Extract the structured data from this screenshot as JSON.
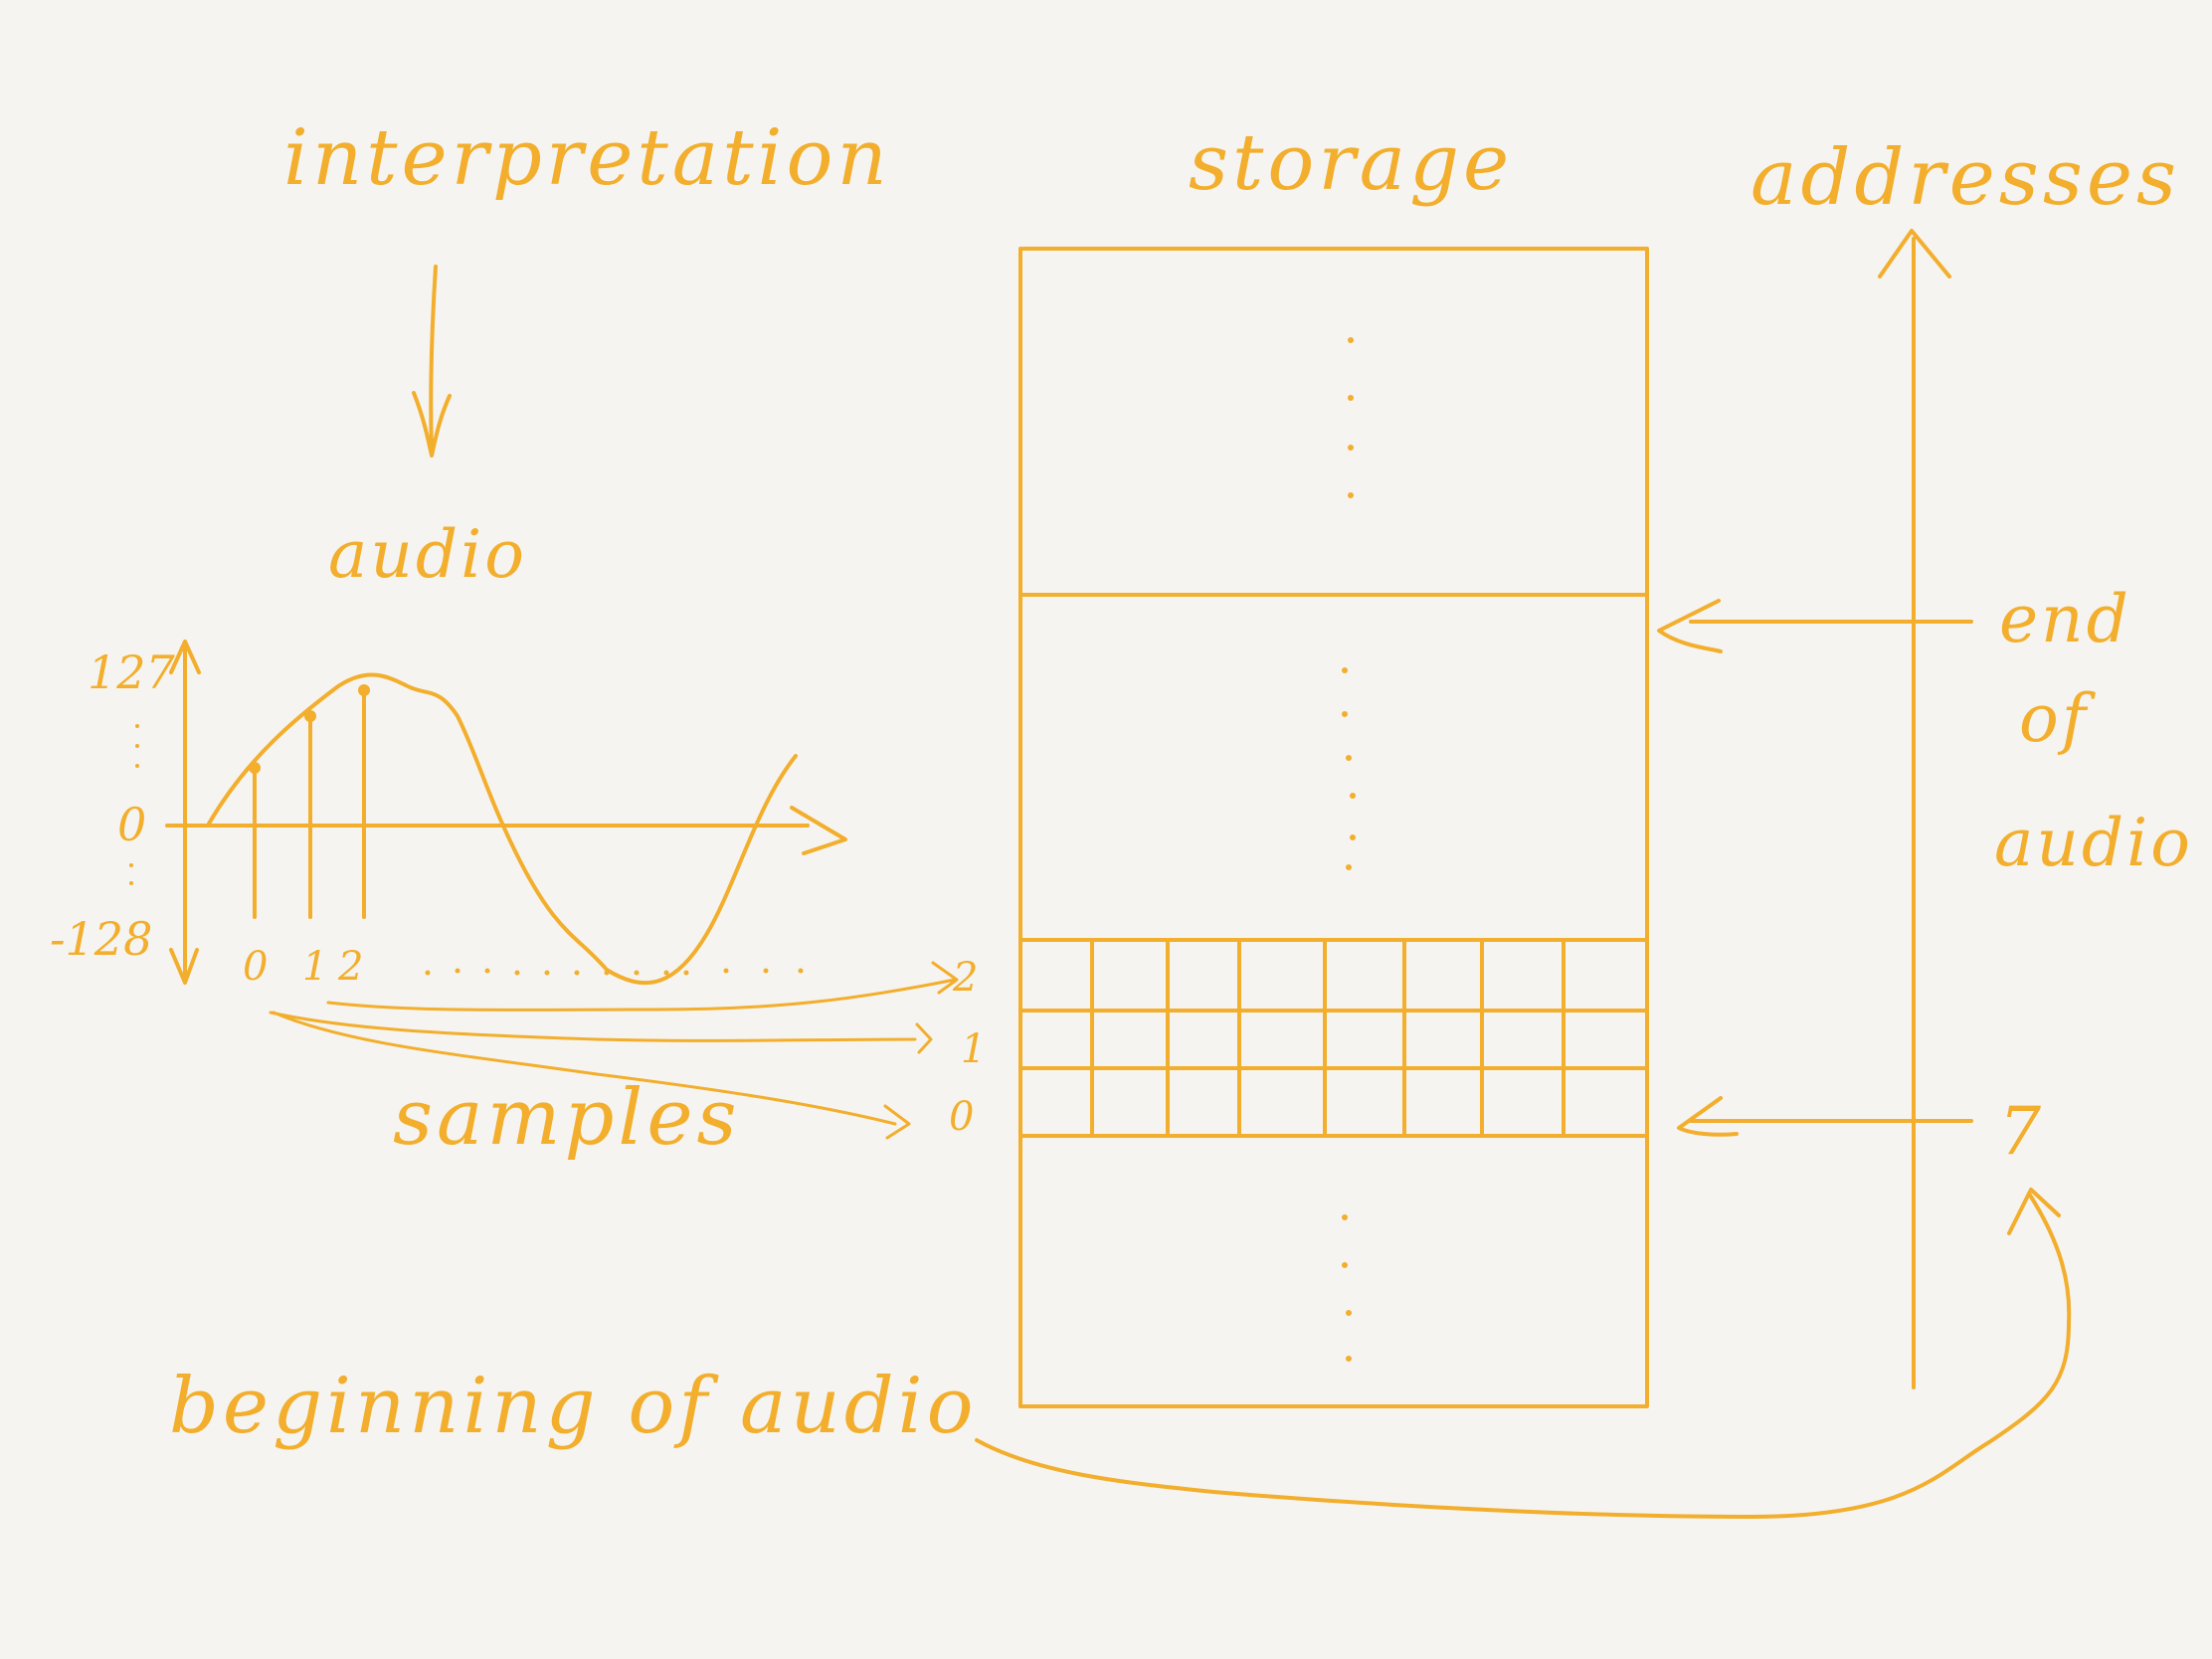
{
  "labels": {
    "interpretation": "interpretation",
    "audio": "audio",
    "storage": "storage",
    "addresses": "addresses",
    "end_of_audio_line1": "end",
    "end_of_audio_line2": "of",
    "end_of_audio_line3": "audio",
    "samples": "samples",
    "beginning_of_audio": "beginning of audio",
    "address_value": "7"
  },
  "waveform_axis": {
    "y_max": "127",
    "y_zero": "0",
    "y_min": "-128",
    "sample_indices": [
      "0",
      "1",
      "2"
    ]
  },
  "storage_rows": {
    "row_2": "2",
    "row_1": "1",
    "row_0": "0"
  },
  "colors": {
    "ink": "#f2ae2c",
    "paper": "#f6f4f0"
  }
}
